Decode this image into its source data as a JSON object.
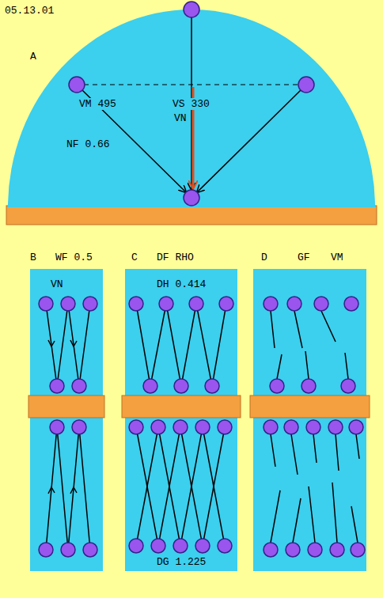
{
  "diagram": {
    "nodes": [
      {
        "text": [
          "A",
          "VM 495",
          "VS 330",
          "VN",
          "NF 0.66"
        ]
      },
      {
        "text": [
          "B",
          "WF 0.5",
          "VN"
        ]
      },
      {
        "text": [
          "C",
          "DF RHO",
          "DH 0.414",
          "DG 1.225"
        ]
      },
      {
        "text": [
          "D",
          "GF",
          "VM"
        ]
      }
    ],
    "labels": [
      "05.13.01"
    ]
  }
}
